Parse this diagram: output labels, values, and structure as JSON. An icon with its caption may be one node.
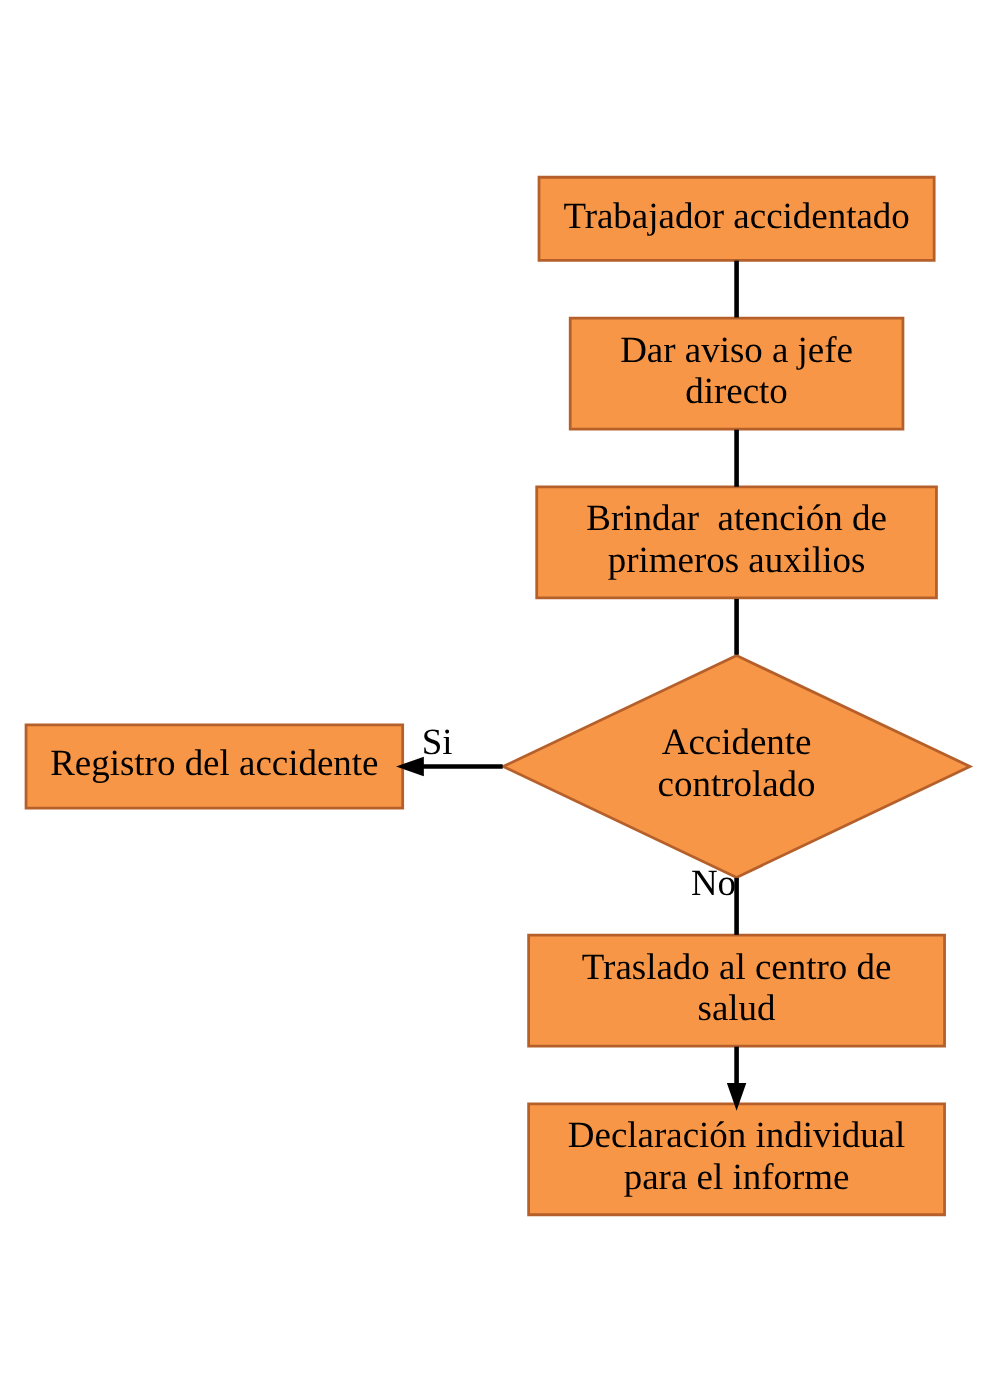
{
  "diagram": {
    "nodes": [
      {
        "text": [
          "Trabajador accidentado"
        ]
      },
      {
        "text": [
          "Dar aviso a jefe directo"
        ]
      },
      {
        "text": [
          "Brindar  atención de primeros auxilios"
        ]
      },
      {
        "text": [
          "Accidente controlado"
        ]
      },
      {
        "text": [
          "Registro del accidente"
        ]
      },
      {
        "text": [
          "Traslado al centro de salud"
        ]
      },
      {
        "text": [
          "Declaración individual para el informe"
        ]
      }
    ],
    "edges": [
      {
        "from": 0,
        "to": 1,
        "arrow": "none"
      },
      {
        "from": 1,
        "to": 2,
        "arrow": "none"
      },
      {
        "from": 2,
        "to": 3,
        "arrow": "none"
      },
      {
        "from": 3,
        "to": 4,
        "arrow": "to",
        "label": "Si"
      },
      {
        "from": 3,
        "to": 5,
        "arrow": "none",
        "label": "No"
      },
      {
        "from": 5,
        "to": 6,
        "arrow": "to"
      }
    ]
  }
}
